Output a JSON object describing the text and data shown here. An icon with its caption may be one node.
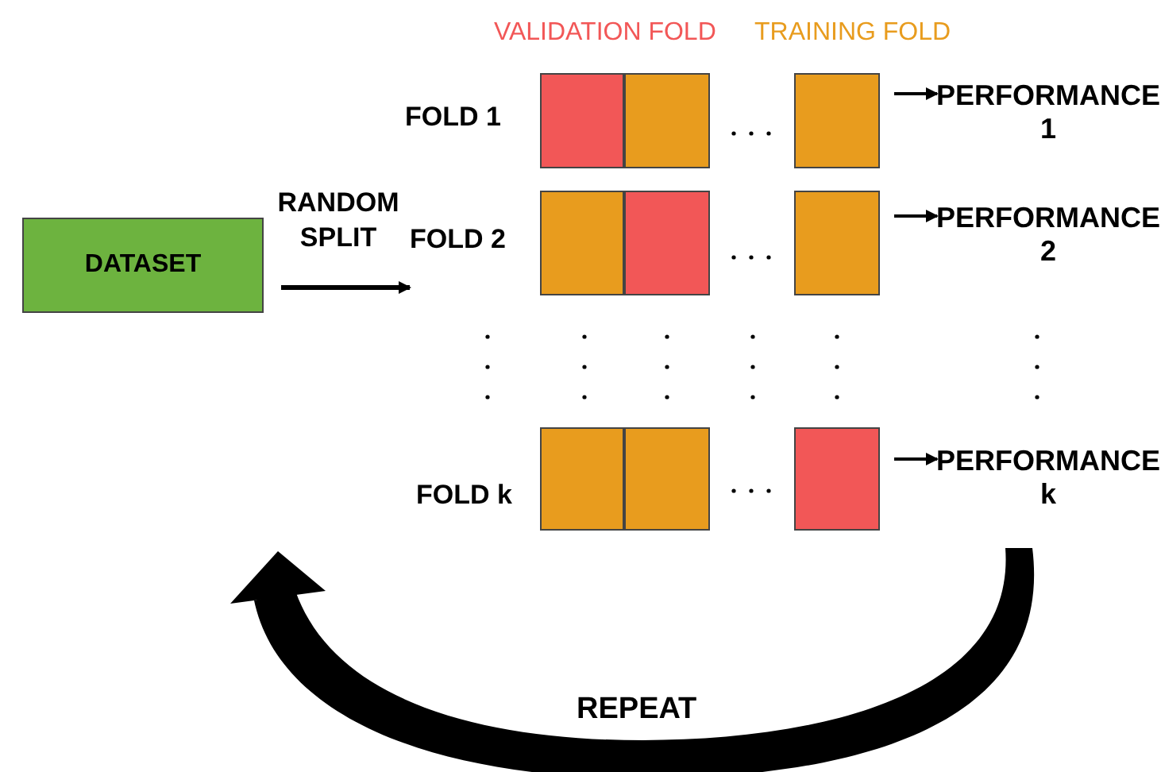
{
  "diagram": {
    "nodes": [
      {
        "text": [
          "DATASET"
        ]
      },
      {
        "text": [],
        "shape": "box"
      },
      {
        "text": [],
        "shape": "box"
      },
      {
        "text": [],
        "shape": "box"
      },
      {
        "text": [
          "PERFORMANCE 1"
        ]
      },
      {
        "text": [],
        "shape": "box"
      },
      {
        "text": [],
        "shape": "box"
      },
      {
        "text": [],
        "shape": "box"
      },
      {
        "text": [
          "PERFORMANCE 2"
        ]
      },
      {
        "text": [],
        "shape": "box"
      },
      {
        "text": [],
        "shape": "box"
      },
      {
        "text": [],
        "shape": "box"
      },
      {
        "text": [
          "PERFORMANCE k"
        ]
      }
    ],
    "edges": [
      {
        "from": 0,
        "to": null,
        "arrow": "to",
        "label": "RANDOM SPLIT"
      },
      {
        "from": 3,
        "to": 4,
        "arrow": "to"
      },
      {
        "from": 7,
        "to": 8,
        "arrow": "to"
      },
      {
        "from": 11,
        "to": 12,
        "arrow": "to"
      }
    ],
    "labels": [
      "FOLD 1",
      "FOLD 2",
      "FOLD k",
      "REPEAT"
    ],
    "legend": [
      {
        "text": "VALIDATION FOLD",
        "color": "#f25757"
      },
      {
        "text": "TRAINING FOLD",
        "color": "#e89c1e"
      }
    ]
  }
}
